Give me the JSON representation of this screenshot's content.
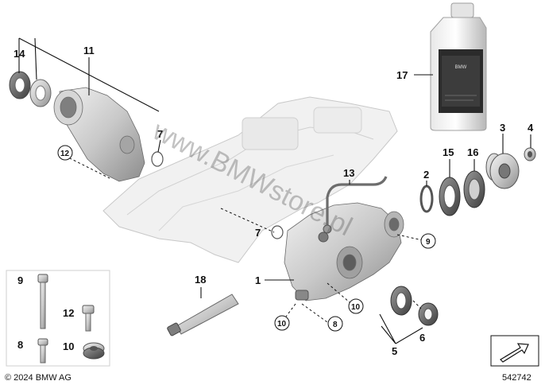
{
  "callouts": {
    "c14": "14",
    "c11": "11",
    "c12": "12",
    "c7a": "7",
    "c7b": "7",
    "c13": "13",
    "c17": "17",
    "c3": "3",
    "c4": "4",
    "c2": "2",
    "c15": "15",
    "c16": "16",
    "c9": "9",
    "c1": "1",
    "c18": "18",
    "c10a": "10",
    "c10b": "10",
    "c8": "8",
    "c5": "5",
    "c6": "6"
  },
  "legend": {
    "c9": "9",
    "c12": "12",
    "c8": "8",
    "c10": "10"
  },
  "copyright": "© 2024 BMW AG",
  "diagram_id": "542742",
  "watermark": "www.BMWstore.pl",
  "bottle_label": "BMW"
}
